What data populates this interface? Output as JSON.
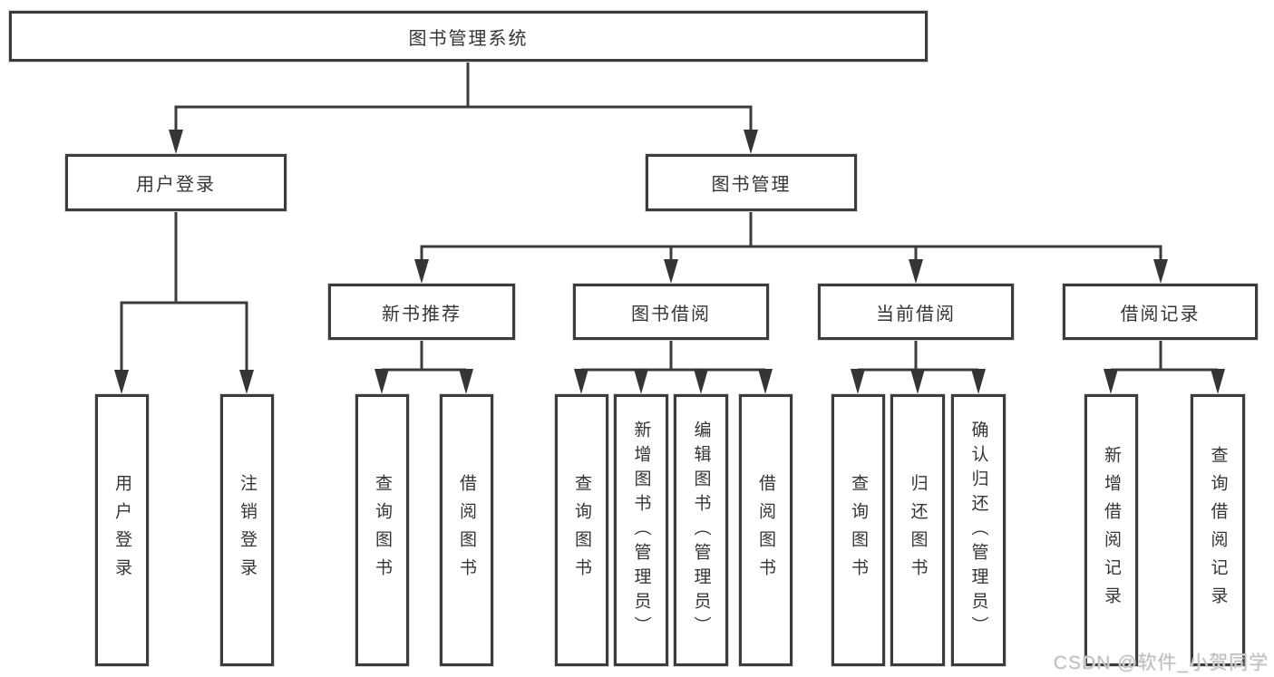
{
  "diagram": {
    "root": {
      "label": "图书管理系统",
      "children": [
        {
          "label": "用户登录",
          "children": [
            {
              "label": "用户登录"
            },
            {
              "label": "注销登录"
            }
          ]
        },
        {
          "label": "图书管理",
          "children": [
            {
              "label": "新书推荐",
              "children": [
                {
                  "label": "查询图书"
                },
                {
                  "label": "借阅图书"
                }
              ]
            },
            {
              "label": "图书借阅",
              "children": [
                {
                  "label": "查询图书"
                },
                {
                  "label": "新增图书（管理员）"
                },
                {
                  "label": "编辑图书（管理员）"
                },
                {
                  "label": "借阅图书"
                }
              ]
            },
            {
              "label": "当前借阅",
              "children": [
                {
                  "label": "查询图书"
                },
                {
                  "label": "归还图书"
                },
                {
                  "label": "确认归还（管理员）"
                }
              ]
            },
            {
              "label": "借阅记录",
              "children": [
                {
                  "label": "新增借阅记录"
                },
                {
                  "label": "查询借阅记录"
                }
              ]
            }
          ]
        }
      ]
    },
    "colors": {
      "line": "#3a3c3e",
      "box_border": "#3a3c3e",
      "text": "#333639",
      "watermark": "#bfbfbf"
    }
  },
  "watermark": "CSDN @软件_小贺同学"
}
